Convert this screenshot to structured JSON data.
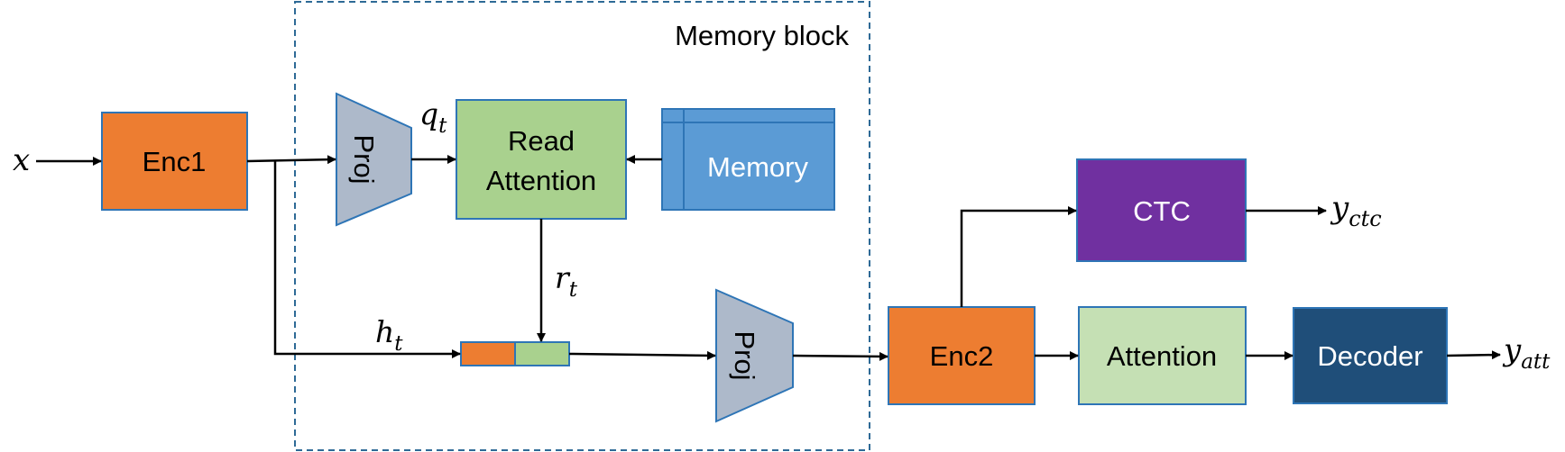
{
  "memory_block": {
    "title": "Memory block"
  },
  "boxes": {
    "enc1": {
      "label": "Enc1",
      "color": "#ED7D31"
    },
    "proj_top": {
      "label": "Proj",
      "color": "#ADB9CA"
    },
    "read_attention": {
      "line1": "Read",
      "line2": "Attention",
      "color": "#A9D18E"
    },
    "memory": {
      "label": "Memory",
      "color": "#5B9BD5"
    },
    "proj_bottom": {
      "label": "Proj",
      "color": "#ADB9CA"
    },
    "enc2": {
      "label": "Enc2",
      "color": "#ED7D31"
    },
    "ctc": {
      "label": "CTC",
      "color": "#7030A0"
    },
    "attention": {
      "label": "Attention",
      "color": "#C5E0B4"
    },
    "decoder": {
      "label": "Decoder",
      "color": "#1F4E79"
    }
  },
  "concat": {
    "left_color": "#ED7D31",
    "right_color": "#A9D18E"
  },
  "symbols": {
    "x": {
      "base": "x"
    },
    "q": {
      "base": "q",
      "sub": "t"
    },
    "r": {
      "base": "r",
      "sub": "t"
    },
    "h": {
      "base": "h",
      "sub": "t"
    },
    "y_ctc": {
      "base": "y",
      "sub": "ctc"
    },
    "y_att": {
      "base": "y",
      "sub": "att"
    }
  }
}
